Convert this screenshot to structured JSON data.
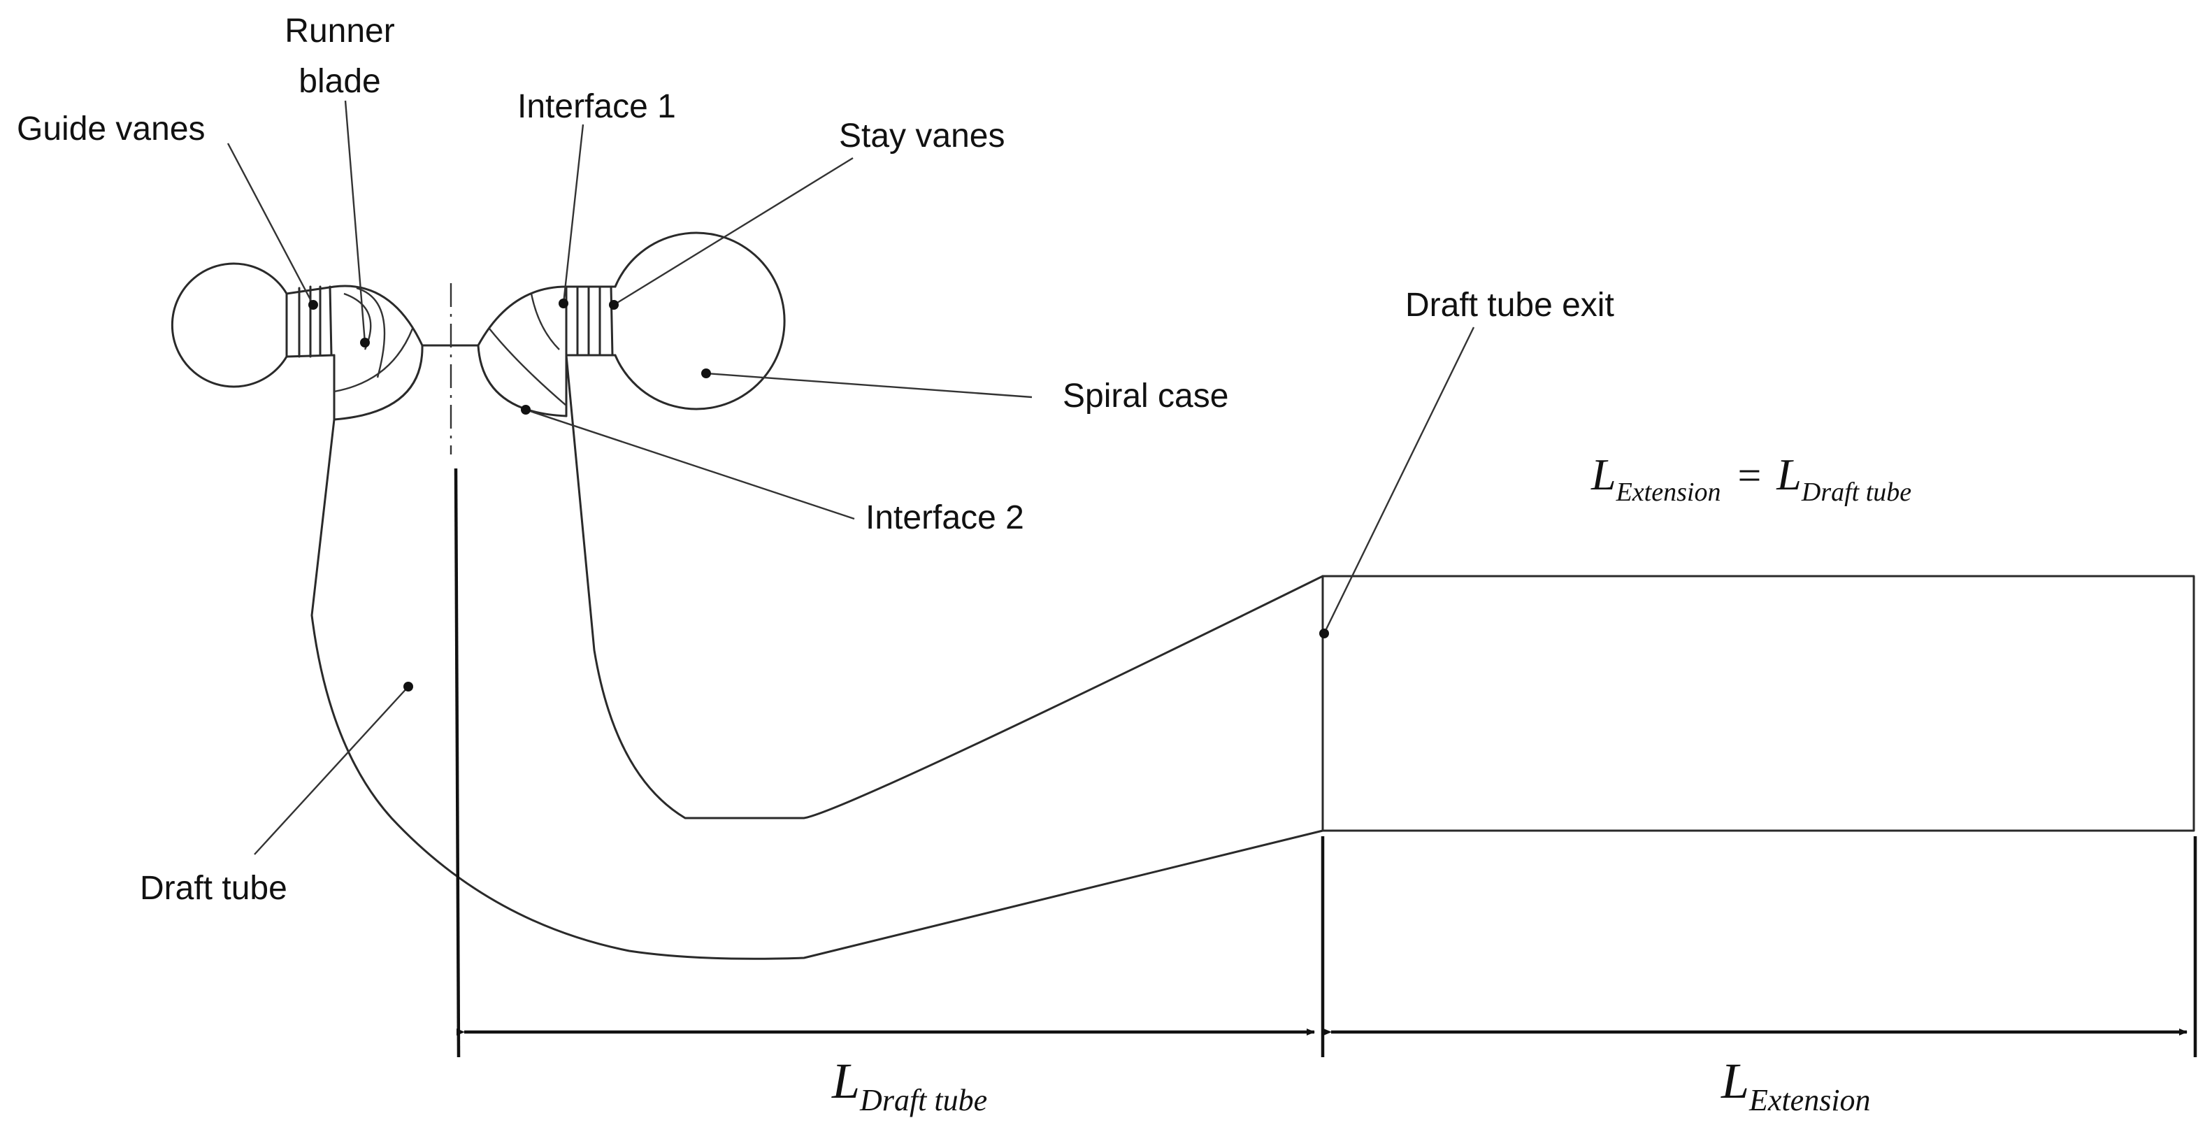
{
  "labels": {
    "runner_blade_line1": "Runner",
    "runner_blade_line2": "blade",
    "guide_vanes": "Guide vanes",
    "interface_1": "Interface 1",
    "stay_vanes": "Stay vanes",
    "draft_tube_exit": "Draft tube exit",
    "spiral_case": "Spiral case",
    "interface_2": "Interface 2",
    "draft_tube": "Draft tube"
  },
  "equation": {
    "lhs_main": "L",
    "lhs_sub": "Extension",
    "equals": "=",
    "rhs_main": "L",
    "rhs_sub": "Draft tube"
  },
  "dimensions": {
    "draft_tube": {
      "main": "L",
      "sub": "Draft tube"
    },
    "extension": {
      "main": "L",
      "sub": "Extension"
    }
  }
}
